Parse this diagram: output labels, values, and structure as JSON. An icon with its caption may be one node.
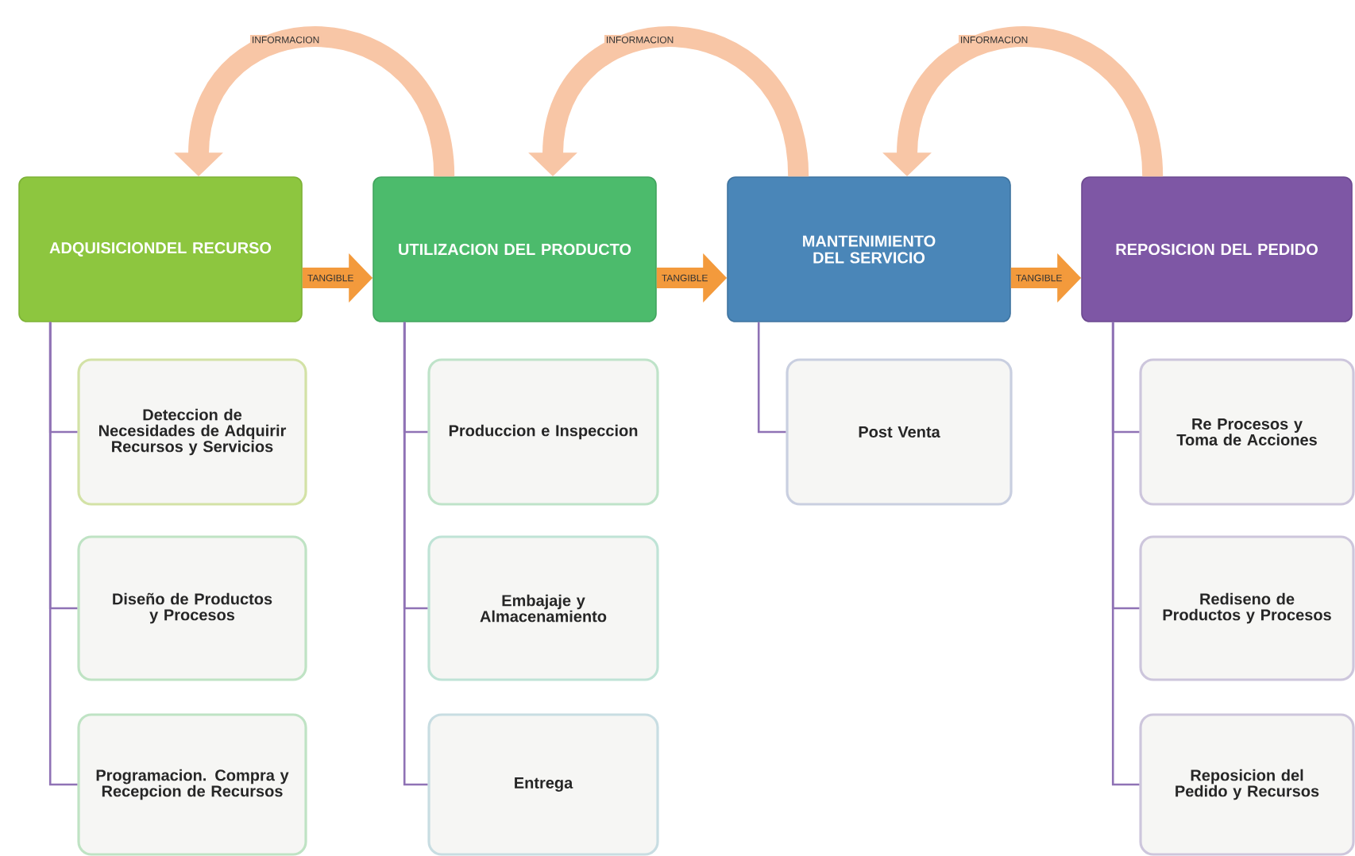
{
  "diagram": {
    "nodes": [
      {
        "text": [
          "ADQUISICIONDEL RECURSO"
        ]
      },
      {
        "text": [
          "UTILIZACION DEL PRODUCTO"
        ]
      },
      {
        "text": [
          "MANTENIMIENTO DEL SERVICIO"
        ]
      },
      {
        "text": [
          "REPOSICION DEL PEDIDO"
        ]
      },
      {
        "text": [
          "Deteccion de Necesidades de Adquirir Recursos y Servicios"
        ]
      },
      {
        "text": [
          "Diseño de Productos y Procesos"
        ]
      },
      {
        "text": [
          "Programacion. Compra y Recepcion de Recursos"
        ]
      },
      {
        "text": [
          "Produccion e Inspeccion"
        ]
      },
      {
        "text": [
          "Embajaje y Almacenamiento"
        ]
      },
      {
        "text": [
          "Entrega"
        ]
      },
      {
        "text": [
          "Post Venta"
        ]
      },
      {
        "text": [
          "Re Procesos y Toma de Acciones"
        ]
      },
      {
        "text": [
          "Rediseno de Productos y Procesos"
        ]
      },
      {
        "text": [
          "Reposicion del Pedido y Recursos"
        ]
      }
    ],
    "edges": [
      {
        "from": 0,
        "to": 1,
        "arrow": "to",
        "label": "TANGIBLE",
        "style": "thick",
        "color": "#f39a3c"
      },
      {
        "from": 1,
        "to": 2,
        "arrow": "to",
        "label": "TANGIBLE",
        "style": "thick",
        "color": "#f39a3c"
      },
      {
        "from": 2,
        "to": 3,
        "arrow": "to",
        "label": "TANGIBLE",
        "style": "thick",
        "color": "#f39a3c"
      },
      {
        "from": 1,
        "to": 0,
        "arrow": "to",
        "label": "INFORMACION",
        "style": "thick",
        "color": "#f8c6a6"
      },
      {
        "from": 2,
        "to": 1,
        "arrow": "to",
        "label": "INFORMACION",
        "style": "thick",
        "color": "#f8c6a6"
      },
      {
        "from": 3,
        "to": 2,
        "arrow": "to",
        "label": "INFORMACION",
        "style": "thick",
        "color": "#f8c6a6"
      },
      {
        "from": 0,
        "to": 4,
        "arrow": "none"
      },
      {
        "from": 0,
        "to": 5,
        "arrow": "none"
      },
      {
        "from": 0,
        "to": 6,
        "arrow": "none"
      },
      {
        "from": 1,
        "to": 7,
        "arrow": "none"
      },
      {
        "from": 1,
        "to": 8,
        "arrow": "none"
      },
      {
        "from": 1,
        "to": 9,
        "arrow": "none"
      },
      {
        "from": 2,
        "to": 10,
        "arrow": "none"
      },
      {
        "from": 3,
        "to": 11,
        "arrow": "none"
      },
      {
        "from": 3,
        "to": 12,
        "arrow": "none"
      },
      {
        "from": 3,
        "to": 13,
        "arrow": "none"
      }
    ]
  }
}
